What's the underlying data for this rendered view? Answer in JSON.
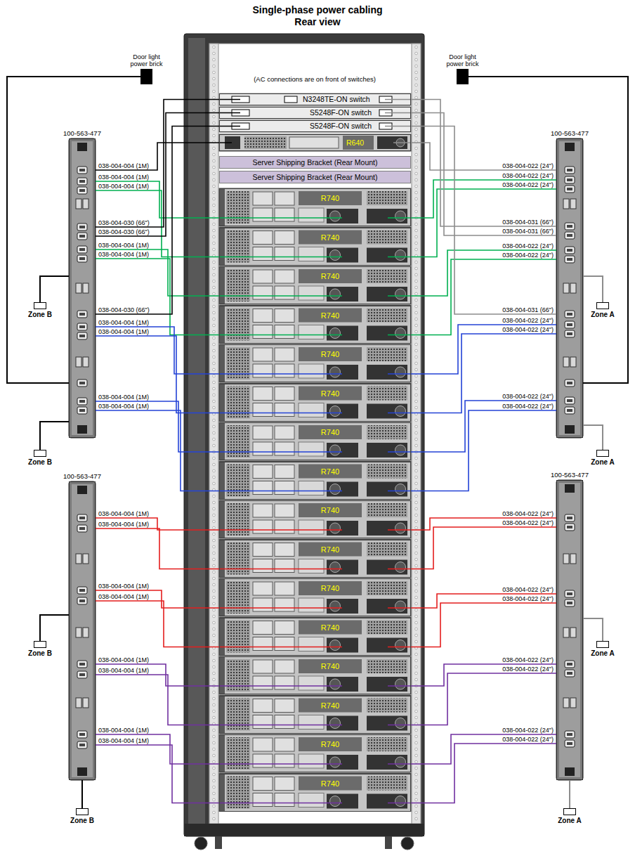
{
  "diagram": {
    "title": "Single-phase power cabling Rear view",
    "nodes": [
      {
        "text": [
          "Door light power brick"
        ]
      },
      {
        "text": [
          "Door light power brick"
        ]
      },
      {
        "text": [
          "N3248TE-ON switch"
        ]
      },
      {
        "text": [
          "S5248F-ON switch"
        ]
      },
      {
        "text": [
          "S5248F-ON switch"
        ]
      },
      {
        "text": [
          "R640"
        ]
      },
      {
        "text": [
          "Server Shipping Bracket (Rear Mount)"
        ]
      },
      {
        "text": [
          "Server Shipping Bracket (Rear Mount)"
        ]
      },
      {
        "text": [
          "R740"
        ]
      },
      {
        "text": [
          "R740"
        ]
      },
      {
        "text": [
          "R740"
        ]
      },
      {
        "text": [
          "R740"
        ]
      },
      {
        "text": [
          "R740"
        ]
      },
      {
        "text": [
          "R740"
        ]
      },
      {
        "text": [
          "R740"
        ]
      },
      {
        "text": [
          "R740"
        ]
      },
      {
        "text": [
          "R740"
        ]
      },
      {
        "text": [
          "R740"
        ]
      },
      {
        "text": [
          "R740"
        ]
      },
      {
        "text": [
          "R740"
        ]
      },
      {
        "text": [
          "R740"
        ]
      },
      {
        "text": [
          "R740"
        ]
      },
      {
        "text": [
          "R740"
        ]
      },
      {
        "text": [
          "R740"
        ]
      },
      {
        "text": [
          "100-563-477"
        ]
      },
      {
        "text": [
          "100-563-477"
        ]
      },
      {
        "text": [
          "100-563-477"
        ]
      },
      {
        "text": [
          "100-563-477"
        ]
      },
      {
        "text": [
          "Zone B"
        ]
      },
      {
        "text": [
          "Zone B"
        ]
      },
      {
        "text": [
          "Zone A"
        ]
      },
      {
        "text": [
          "Zone A"
        ]
      },
      {
        "text": [
          "Zone B"
        ]
      },
      {
        "text": [
          "Zone B"
        ]
      },
      {
        "text": [
          "Zone A"
        ]
      },
      {
        "text": [
          "Zone A"
        ]
      }
    ],
    "edges": [
      {
        "from": 24,
        "to": 5,
        "arrow": "none",
        "label": "038-004-004 (1M)"
      },
      {
        "from": 24,
        "to": 8,
        "arrow": "none",
        "label": "038-004-004 (1M)"
      },
      {
        "from": 24,
        "to": 9,
        "arrow": "none",
        "label": "038-004-004 (1M)"
      },
      {
        "from": 24,
        "to": 2,
        "arrow": "none",
        "label": "038-004-030 (66\")"
      },
      {
        "from": 24,
        "to": 3,
        "arrow": "none",
        "label": "038-004-030 (66\")"
      },
      {
        "from": 24,
        "to": 10,
        "arrow": "none",
        "label": "038-004-004 (1M)"
      },
      {
        "from": 24,
        "to": 11,
        "arrow": "none",
        "label": "038-004-004 (1M)"
      },
      {
        "from": 24,
        "to": 4,
        "arrow": "none",
        "label": "038-004-030 (66\")"
      },
      {
        "from": 24,
        "to": 12,
        "arrow": "none",
        "label": "038-004-004 (1M)"
      },
      {
        "from": 24,
        "to": 13,
        "arrow": "none",
        "label": "038-004-004 (1M)"
      },
      {
        "from": 24,
        "to": 14,
        "arrow": "none",
        "label": "038-004-004 (1M)"
      },
      {
        "from": 24,
        "to": 15,
        "arrow": "none",
        "label": "038-004-004 (1M)"
      },
      {
        "from": 25,
        "to": 5,
        "arrow": "none",
        "label": "038-004-022 (24\")"
      },
      {
        "from": 25,
        "to": 8,
        "arrow": "none",
        "label": "038-004-022 (24\")"
      },
      {
        "from": 25,
        "to": 9,
        "arrow": "none",
        "label": "038-004-022 (24\")"
      },
      {
        "from": 25,
        "to": 2,
        "arrow": "none",
        "label": "038-004-031 (66\")"
      },
      {
        "from": 25,
        "to": 3,
        "arrow": "none",
        "label": "038-004-031 (66\")"
      },
      {
        "from": 25,
        "to": 10,
        "arrow": "none",
        "label": "038-004-022 (24\")"
      },
      {
        "from": 25,
        "to": 11,
        "arrow": "none",
        "label": "038-004-022 (24\")"
      },
      {
        "from": 25,
        "to": 4,
        "arrow": "none",
        "label": "038-004-031 (66\")"
      },
      {
        "from": 25,
        "to": 12,
        "arrow": "none",
        "label": "038-004-022 (24\")"
      },
      {
        "from": 25,
        "to": 13,
        "arrow": "none",
        "label": "038-004-022 (24\")"
      },
      {
        "from": 25,
        "to": 14,
        "arrow": "none",
        "label": "038-004-022 (24\")"
      },
      {
        "from": 25,
        "to": 15,
        "arrow": "none",
        "label": "038-004-022 (24\")"
      },
      {
        "from": 26,
        "to": 16,
        "arrow": "none",
        "label": "038-004-004 (1M)"
      },
      {
        "from": 26,
        "to": 17,
        "arrow": "none",
        "label": "038-004-004 (1M)"
      },
      {
        "from": 26,
        "to": 18,
        "arrow": "none",
        "label": "038-004-004 (1M)"
      },
      {
        "from": 26,
        "to": 19,
        "arrow": "none",
        "label": "038-004-004 (1M)"
      },
      {
        "from": 26,
        "to": 20,
        "arrow": "none",
        "label": "038-004-004 (1M)"
      },
      {
        "from": 26,
        "to": 21,
        "arrow": "none",
        "label": "038-004-004 (1M)"
      },
      {
        "from": 26,
        "to": 22,
        "arrow": "none",
        "label": "038-004-004 (1M)"
      },
      {
        "from": 26,
        "to": 23,
        "arrow": "none",
        "label": "038-004-004 (1M)"
      },
      {
        "from": 27,
        "to": 16,
        "arrow": "none",
        "label": "038-004-022 (24\")"
      },
      {
        "from": 27,
        "to": 17,
        "arrow": "none",
        "label": "038-004-022 (24\")"
      },
      {
        "from": 27,
        "to": 18,
        "arrow": "none",
        "label": "038-004-022 (24\")"
      },
      {
        "from": 27,
        "to": 19,
        "arrow": "none",
        "label": "038-004-022 (24\")"
      },
      {
        "from": 27,
        "to": 20,
        "arrow": "none",
        "label": "038-004-022 (24\")"
      },
      {
        "from": 27,
        "to": 21,
        "arrow": "none",
        "label": "038-004-022 (24\")"
      },
      {
        "from": 27,
        "to": 22,
        "arrow": "none",
        "label": "038-004-022 (24\")"
      },
      {
        "from": 27,
        "to": 23,
        "arrow": "none",
        "label": "038-004-022 (24\")"
      },
      {
        "from": 0,
        "to": 24,
        "arrow": "none"
      },
      {
        "from": 1,
        "to": 25,
        "arrow": "none"
      },
      {
        "from": 24,
        "to": 28,
        "arrow": "none"
      },
      {
        "from": 24,
        "to": 29,
        "arrow": "none"
      },
      {
        "from": 25,
        "to": 30,
        "arrow": "none"
      },
      {
        "from": 25,
        "to": 31,
        "arrow": "none"
      },
      {
        "from": 26,
        "to": 32,
        "arrow": "none"
      },
      {
        "from": 26,
        "to": 33,
        "arrow": "none"
      },
      {
        "from": 27,
        "to": 34,
        "arrow": "none"
      },
      {
        "from": 27,
        "to": 35,
        "arrow": "none"
      }
    ],
    "labels": [
      "(AC connections are on front of switches)"
    ]
  }
}
